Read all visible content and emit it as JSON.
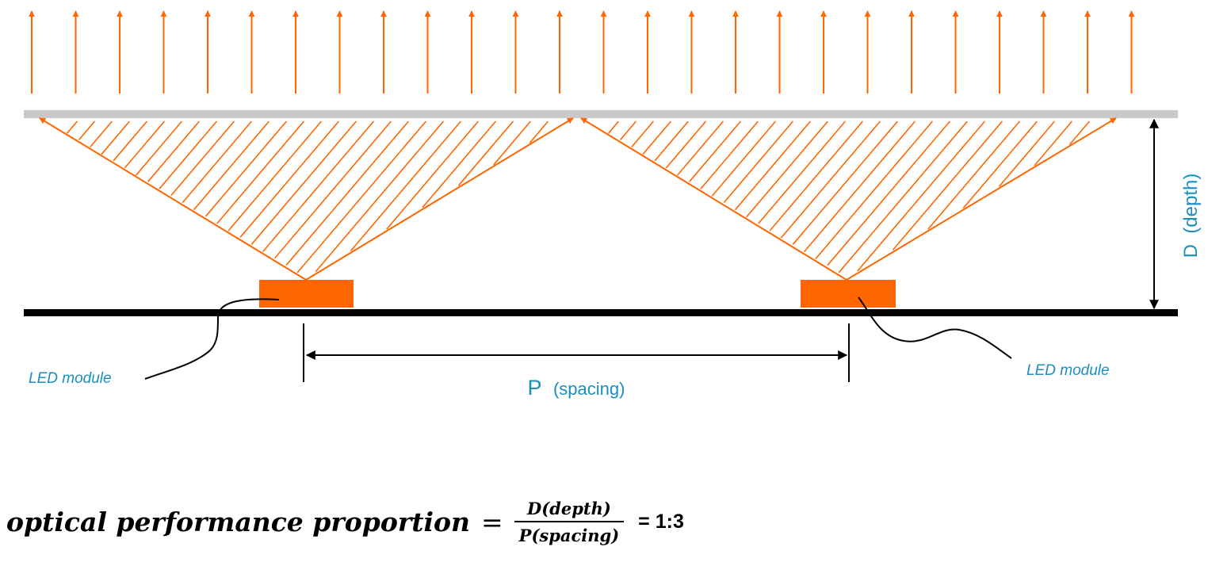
{
  "diagram": {
    "depth_label": "D  (depth)",
    "spacing_label_letter": "P",
    "spacing_label_text": "(spacing)",
    "led_label_left": "LED module",
    "led_label_right": "LED module"
  },
  "formula": {
    "lhs": "optical performance proportion",
    "equals": "=",
    "numerator": "D(depth)",
    "denominator": "P(spacing)",
    "result": "= 1:3"
  },
  "colors": {
    "light": "#FF6600",
    "label": "#1A8FBF",
    "diffuser": "#C9C9C9",
    "board": "#000000"
  }
}
